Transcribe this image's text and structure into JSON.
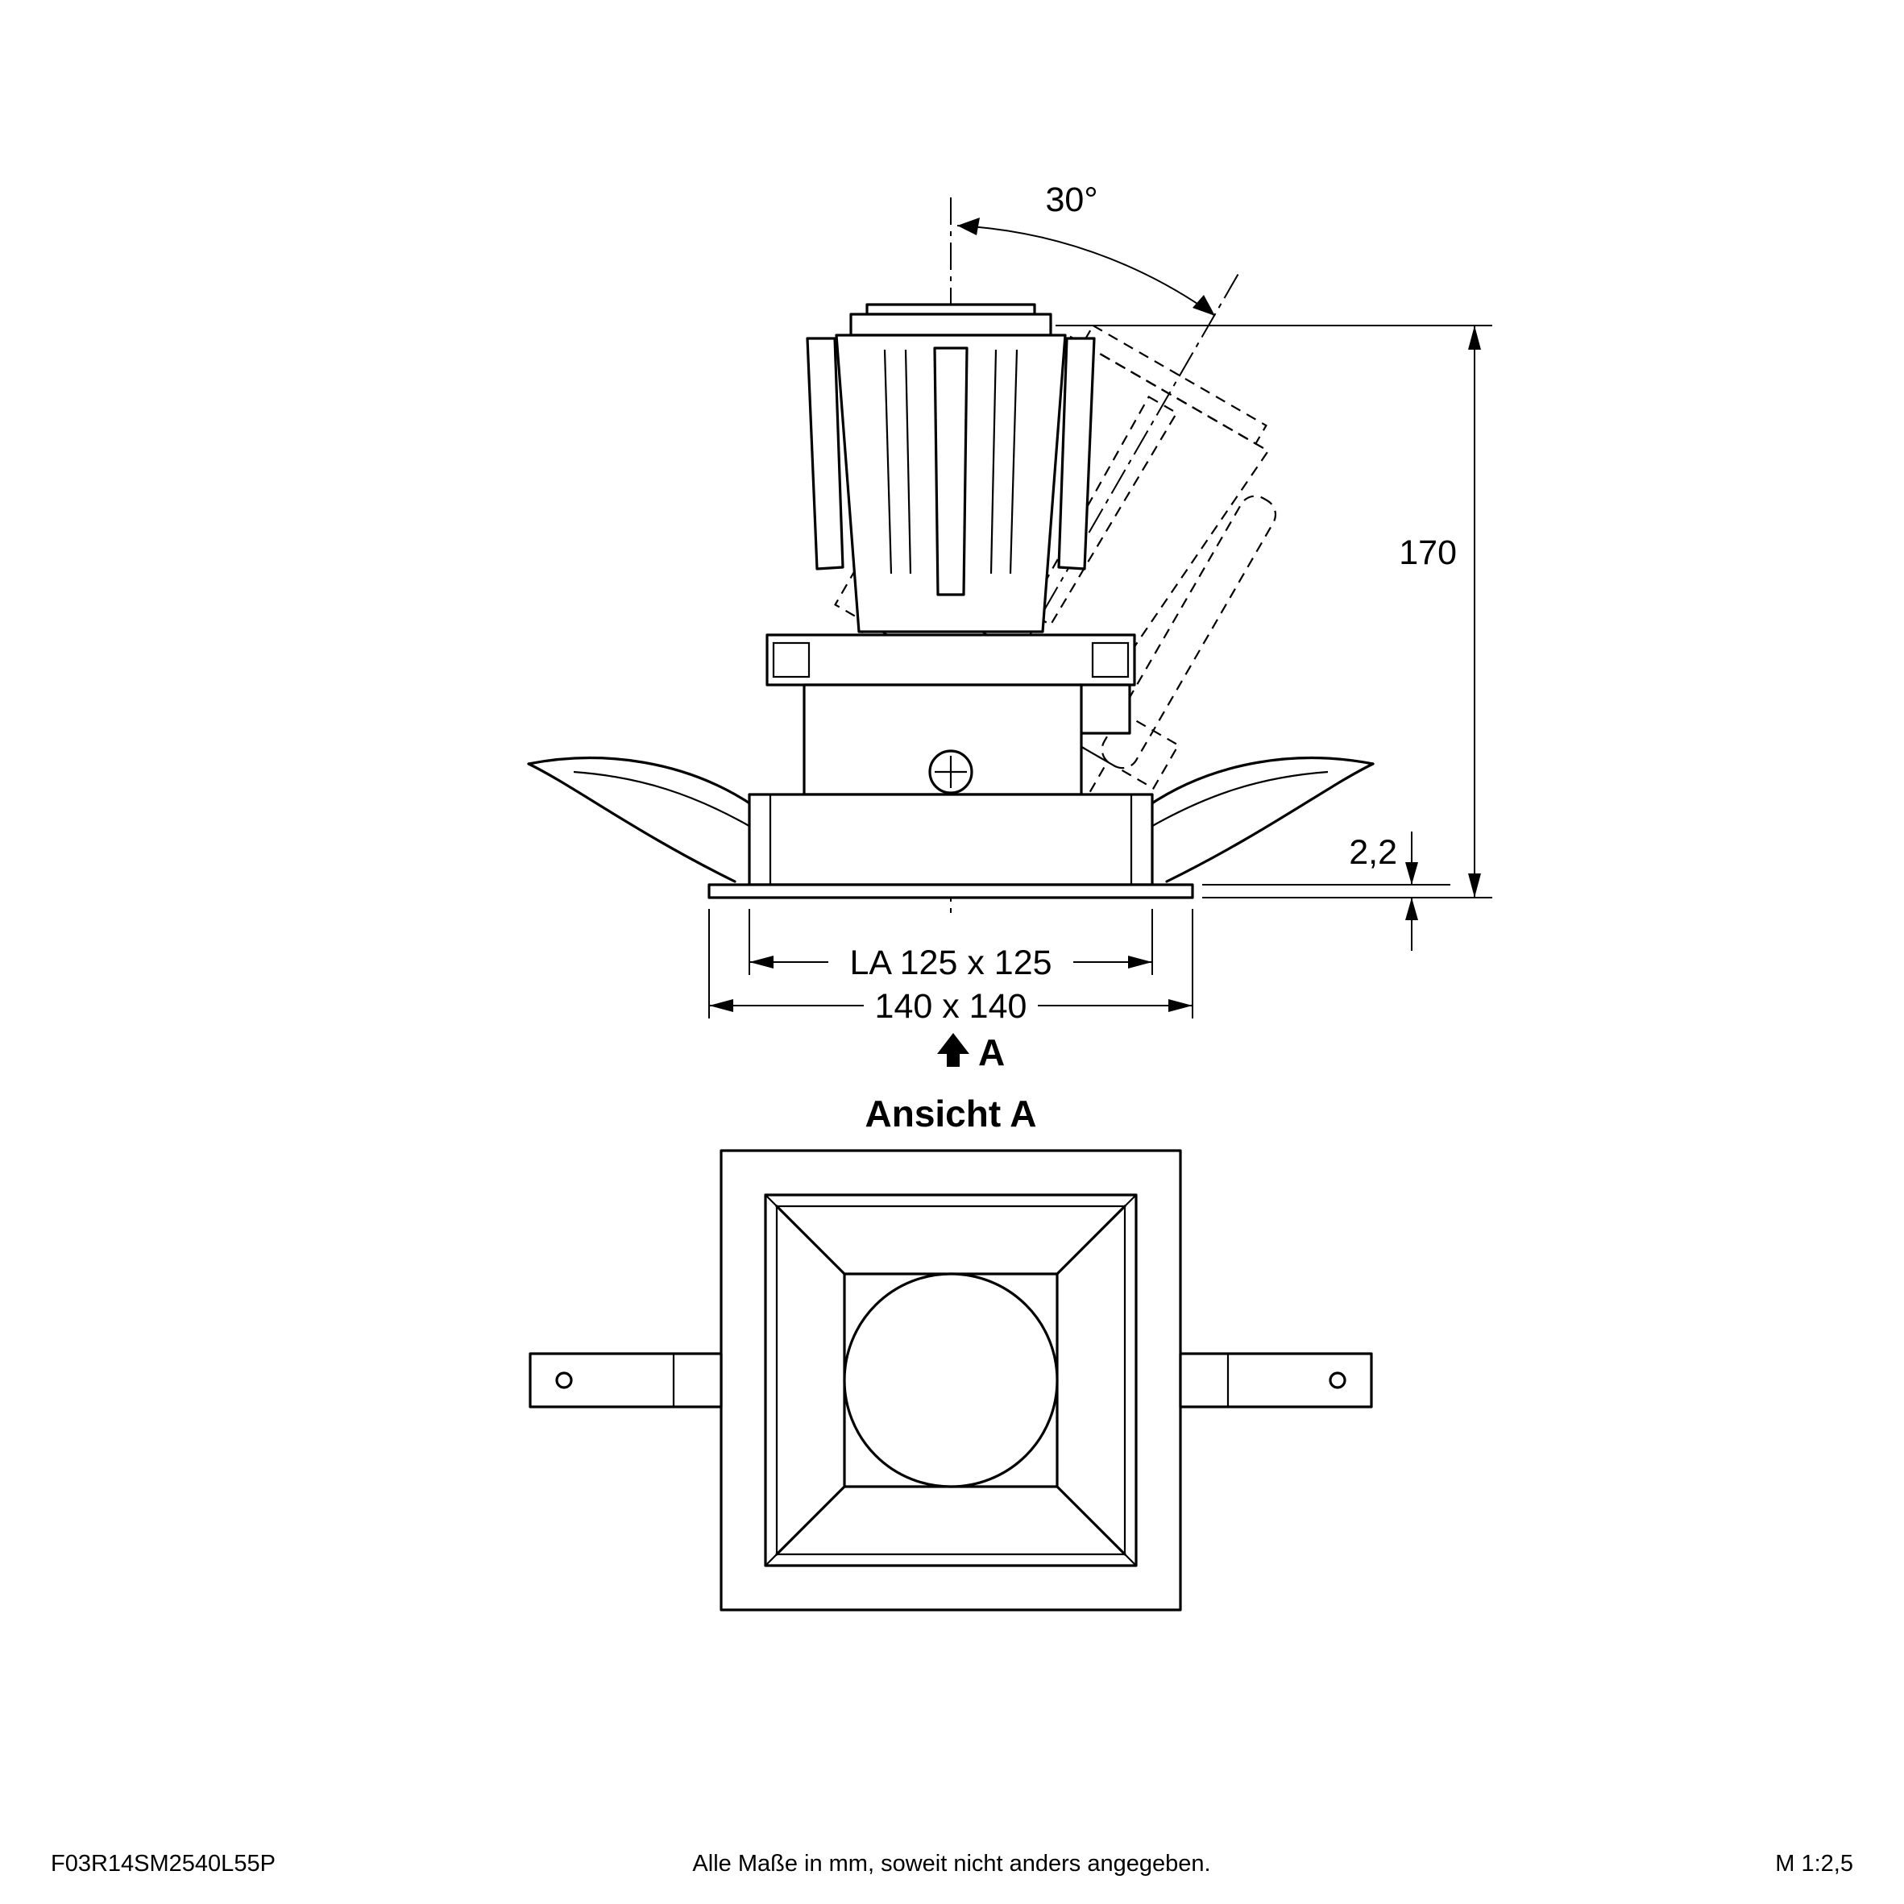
{
  "side_view": {
    "angle": "30°",
    "height": "170",
    "flange_thickness": "2,2",
    "cutout": "LA 125 x 125",
    "overall": "140 x 140",
    "view_marker": "A"
  },
  "view_a": {
    "title": "Ansicht A"
  },
  "footer": {
    "article": "F03R14SM2540L55P",
    "note": "Alle Maße in mm, soweit nicht anders angegeben.",
    "scale": "M 1:2,5"
  },
  "colors": {
    "line": "#000000",
    "background": "#ffffff"
  }
}
